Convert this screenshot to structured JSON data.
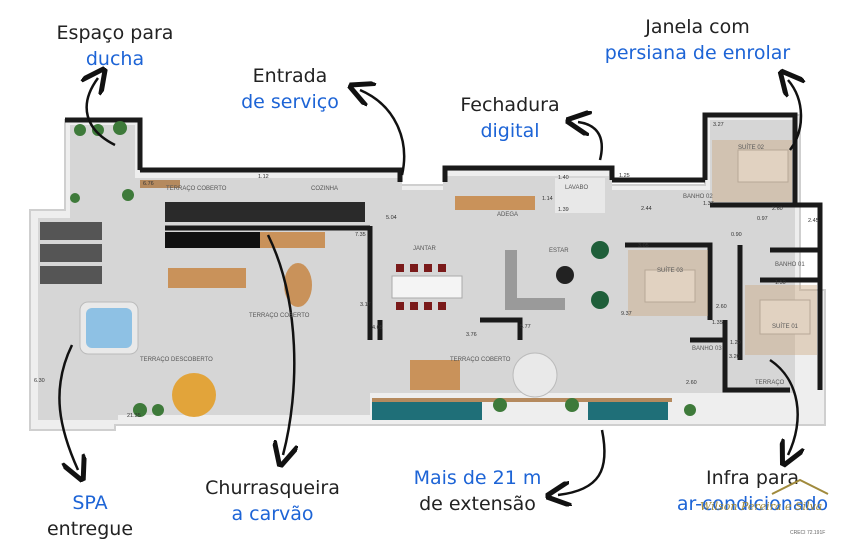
{
  "callouts": {
    "ducha": {
      "line1": "Espaço para",
      "line2": "ducha"
    },
    "servico": {
      "line1": "Entrada",
      "line2": "de serviço"
    },
    "fechadura": {
      "line1": "Fechadura",
      "line2": "digital"
    },
    "janela": {
      "line1": "Janela com",
      "line2": "persiana de enrolar"
    },
    "spa": {
      "line1": "SPA",
      "line2": "entregue"
    },
    "churrasqueira": {
      "line1": "Churrasqueira",
      "line2": "a carvão"
    },
    "extensao": {
      "line1": "Mais de 21 m",
      "line2": "de extensão"
    },
    "infra": {
      "line1": "Infra para",
      "line2": "ar-condicionado"
    }
  },
  "rooms": {
    "terraco_coberto_top": "TERRAÇO COBERTO",
    "cozinha": "COZINHA",
    "lavabo": "LAVABO",
    "adega": "ADEGA",
    "jantar": "JANTAR",
    "estar": "ESTAR",
    "terraco_coberto_mid": "TERRAÇO COBERTO",
    "terraco_descoberto": "TERRAÇO DESCOBERTO",
    "terraco_coberto_bottom": "TERRAÇO COBERTO",
    "suite_02": "SUÍTE 02",
    "banho_02": "BANHO 02",
    "suite_03": "SUÍTE 03",
    "banho_01": "BANHO 01",
    "suite_01": "SUÍTE 01",
    "banho_03": "BANHO 03",
    "terraco_right": "TERRAÇO"
  },
  "dimensions": {
    "d1": "6.76",
    "d2": "1.12",
    "d3": "5.04",
    "d4": "7.35",
    "d5": "3.17",
    "d6": "4.05",
    "d7": "3.76",
    "d8": "5.77",
    "d9": "9.37",
    "d10": "1.40",
    "d11": "1.39",
    "d12": "1.14",
    "d13": "1.25",
    "d14": "3.27",
    "d15": "2.44",
    "d16": "1.37",
    "d17": "2.60",
    "d18": "0.97",
    "d19": "2.45",
    "d20": "3.05",
    "d21": "1.50",
    "d22": "1.35",
    "d23": "2.60",
    "d24": "3.20",
    "d25": "2.60",
    "d26": "6.30",
    "d27": "21.35",
    "d28": "1.20",
    "d29": "0.90"
  },
  "logo": {
    "name": "Wilson Pereira e Silva",
    "creci": "CRECI 72.191F"
  },
  "colors": {
    "blue_text": "#1d64d6",
    "dark_text": "#222222",
    "wall": "#1a1a1a",
    "floor": "#d9d9d9",
    "wood": "#c9925a",
    "deck": "#b58a5e",
    "teal": "#1f6f78",
    "green": "#3e7a3a"
  }
}
